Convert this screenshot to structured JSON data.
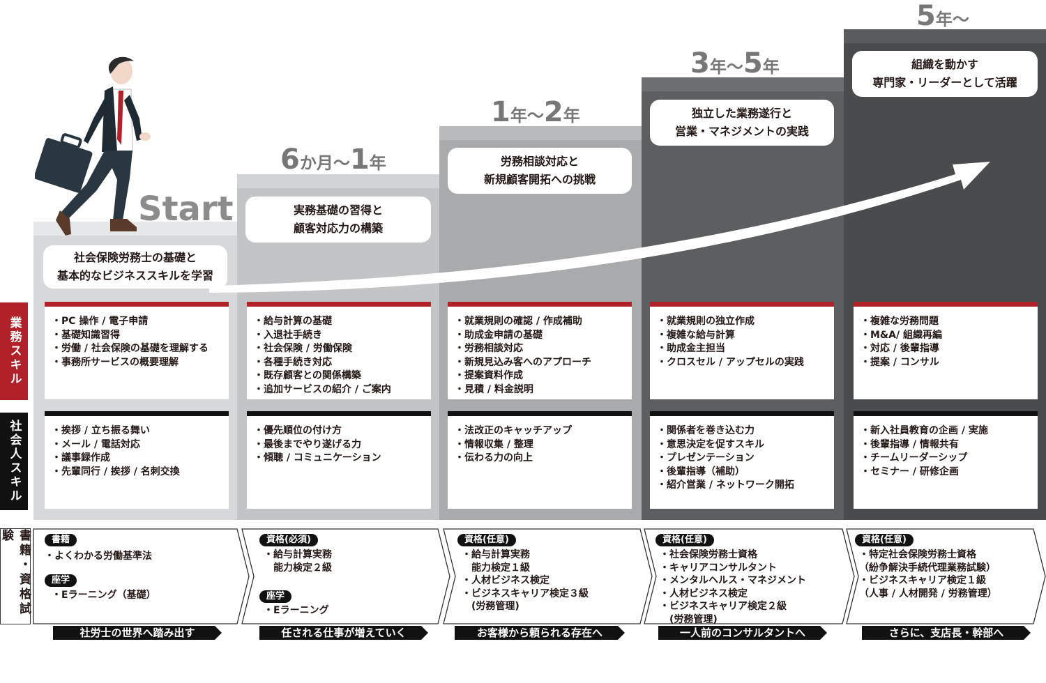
{
  "start_label": "Start",
  "colors": {
    "red": "#b0212a",
    "black": "#111111",
    "step1": "#d7d8d9",
    "step2": "#c2c3c4",
    "step3": "#a9aaab",
    "step4": "#5f6061",
    "step5": "#4a4b4c"
  },
  "side_labels": {
    "business": "業務スキル",
    "social": "社会人スキル",
    "books": "書籍・資格試験"
  },
  "stages": [
    {
      "period_big": "",
      "period_small": "",
      "goal": [
        "社会保険労務士の基礎と",
        "基本的なビジネススキルを学習"
      ],
      "business": [
        "・PC 操作 / 電子申請",
        "・基礎知識習得",
        "・労働 / 社会保険の基礎を理解する",
        "・事務所サービスの概要理解"
      ],
      "social": [
        "・挨拶 / 立ち振る舞い",
        "・メール / 電話対応",
        "・議事録作成",
        "・先輩同行 / 挨拶 / 名刺交換"
      ],
      "cert_tag1": "書籍",
      "cert_items1": [
        "・よくわかる労働基準法"
      ],
      "cert_tag2": "座学",
      "cert_items2": [
        "・Eラーニング（基礎）"
      ],
      "banner": "社労士の世界へ踏み出す"
    },
    {
      "period_big1": "6",
      "period_small1": "か月～",
      "period_big2": "1",
      "period_small2": "年",
      "goal": [
        "実務基礎の習得と",
        "顧客対応力の構築"
      ],
      "business": [
        "・給与計算の基礎",
        "・入退社手続き",
        "・社会保険 / 労働保険",
        "・各種手続き対応",
        "・既存顧客との関係構築",
        "・追加サービスの紹介 / ご案内"
      ],
      "social": [
        "・優先順位の付け方",
        "・最後までやり遂げる力",
        "・傾聴 / コミュニケーション"
      ],
      "cert_tag1": "資格(必須)",
      "cert_items1": [
        "・給与計算実務",
        "　能力検定２級"
      ],
      "cert_tag2": "座学",
      "cert_items2": [
        "・Eラーニング"
      ],
      "banner": "任される仕事が増えていく"
    },
    {
      "period_big1": "1",
      "period_small1": "年～",
      "period_big2": "2",
      "period_small2": "年",
      "goal": [
        "労務相談対応と",
        "新規顧客開拓への挑戦"
      ],
      "business": [
        "・就業規則の確認 / 作成補助",
        "・助成金申請の基礎",
        "・労務相談対応",
        "・新規見込み客へのアプローチ",
        "・提案資料作成",
        "・見積 / 料金説明"
      ],
      "social": [
        "・法改正のキャッチアップ",
        "・情報収集 / 整理",
        "・伝わる力の向上"
      ],
      "cert_tag1": "資格(任意)",
      "cert_items1": [
        "・給与計算実務",
        "　能力検定１級",
        "・人材ビジネス検定",
        "・ビジネスキャリア検定３級",
        "　(労務管理)"
      ],
      "cert_tag2": "",
      "cert_items2": [],
      "banner": "お客様から頼られる存在へ"
    },
    {
      "period_big1": "3",
      "period_small1": "年～",
      "period_big2": "5",
      "period_small2": "年",
      "goal": [
        "独立した業務遂行と",
        "営業・マネジメントの実践"
      ],
      "business": [
        "・就業規則の独立作成",
        "・複雑な給与計算",
        "・助成金主担当",
        "・クロスセル / アップセルの実践"
      ],
      "social": [
        "・関係者を巻き込む力",
        "・意思決定を促すスキル",
        "・プレゼンテーション",
        "・後輩指導（補助）",
        "・紹介営業 / ネットワーク開拓"
      ],
      "cert_tag1": "資格(任意)",
      "cert_items1": [
        "・社会保険労務士資格",
        "・キャリアコンサルタント",
        "・メンタルヘルス・マネジメント",
        "・人材ビジネス検定",
        "・ビジネスキャリア検定２級",
        "　(労務管理)"
      ],
      "cert_tag2": "",
      "cert_items2": [],
      "banner": "一人前のコンサルタントへ"
    },
    {
      "period_big1": "5",
      "period_small1": "年～",
      "period_big2": "",
      "period_small2": "",
      "goal": [
        "組織を動かす",
        "専門家・リーダーとして活躍"
      ],
      "business": [
        "・複雑な労務問題",
        "・M&A/ 組織再編",
        "・対応 / 後輩指導",
        "・提案 / コンサル"
      ],
      "social": [
        "・新入社員教育の企画 / 実施",
        "・後輩指導 / 情報共有",
        "・チームリーダーシップ",
        "・セミナー / 研修企画"
      ],
      "cert_tag1": "資格(任意)",
      "cert_items1": [
        "・特定社会保険労務士資格",
        "（紛争解決手続代理業務試験）",
        "・ビジネスキャリア検定１級",
        "（人事 / 人材開発 / 労務管理）"
      ],
      "cert_tag2": "",
      "cert_items2": [],
      "banner": "さらに、支店長・幹部へ"
    }
  ]
}
